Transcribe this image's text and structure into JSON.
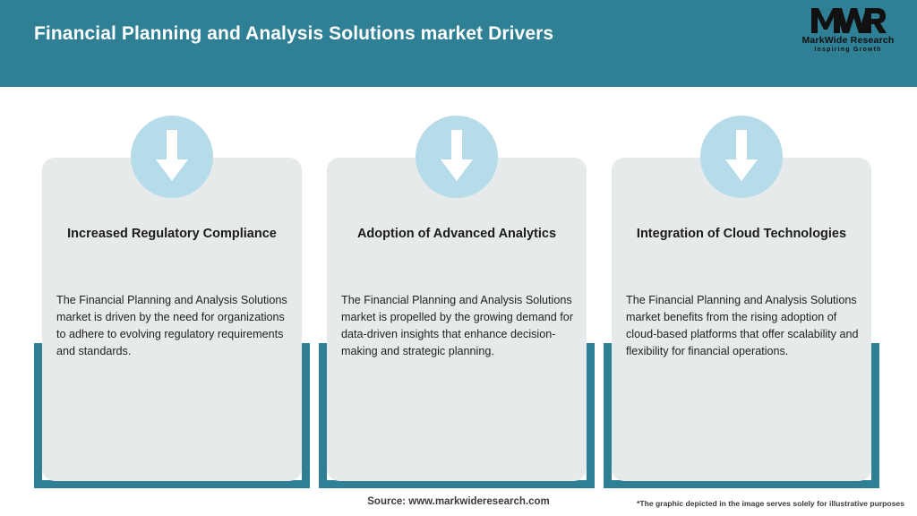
{
  "header": {
    "title": "Financial Planning and Analysis Solutions market Drivers",
    "background_color": "#2f7f95",
    "title_color": "#ffffff"
  },
  "logo": {
    "mark": "MWR",
    "name": "MarkWide Research",
    "tagline": "Inspiring Growth"
  },
  "colors": {
    "teal": "#2f7f95",
    "card_background": "#e7eaeb",
    "circle": "#b6dbe9",
    "arrow": "#ffffff"
  },
  "cards": [
    {
      "icon": "down-arrow-icon",
      "title": "Increased Regulatory Compliance",
      "body": "The Financial Planning and Analysis Solutions market is driven by the need for organizations to adhere to evolving regulatory requirements and standards."
    },
    {
      "icon": "down-arrow-icon",
      "title": "Adoption of Advanced Analytics",
      "body": "The Financial Planning and Analysis Solutions market is propelled by the growing demand for data-driven insights that enhance decision-making and strategic planning."
    },
    {
      "icon": "down-arrow-icon",
      "title": "Integration of Cloud Technologies",
      "body": "The Financial Planning and Analysis Solutions market benefits from the rising adoption of cloud-based platforms that offer scalability and flexibility for financial operations."
    }
  ],
  "footer": {
    "source": "Source: www.markwideresearch.com",
    "disclaimer": "*The graphic depicted in the image serves solely for illustrative purposes"
  }
}
